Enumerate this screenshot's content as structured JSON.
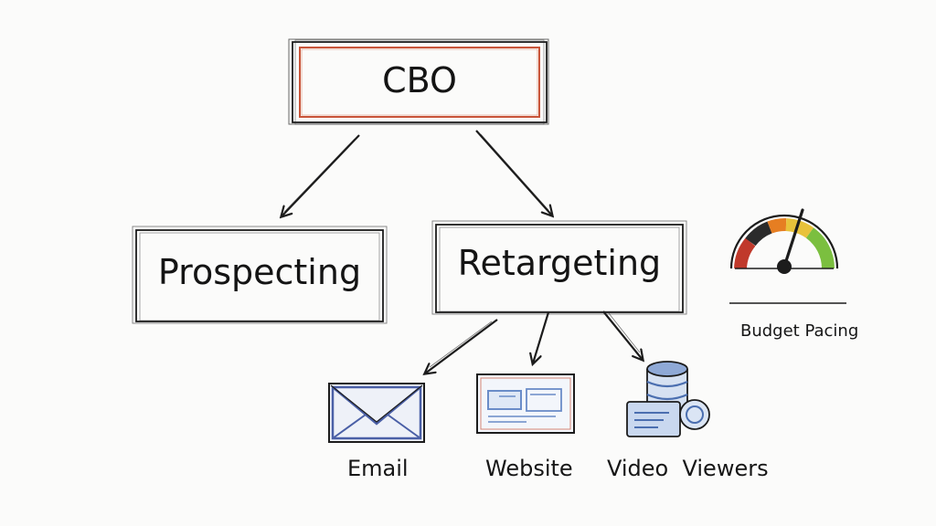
{
  "nodes": {
    "cbo": "CBO",
    "prospecting": "Prospecting",
    "retargeting": "Retargeting"
  },
  "audiences": {
    "email": "Email",
    "website": "Website",
    "video_viewers": "Video  Viewers"
  },
  "gauge": {
    "label": "Budget Pacing"
  },
  "colors": {
    "ink": "#1c1c1c",
    "cbo_accent": "#c9553a",
    "email_blue": "#4a5fa6",
    "website_blue": "#6a8cc8",
    "database_blue": "#4b6fb0",
    "gauge_red": "#c0392b",
    "gauge_orange": "#e67e22",
    "gauge_yellow": "#e8c23a",
    "gauge_green": "#7bbf3f"
  }
}
